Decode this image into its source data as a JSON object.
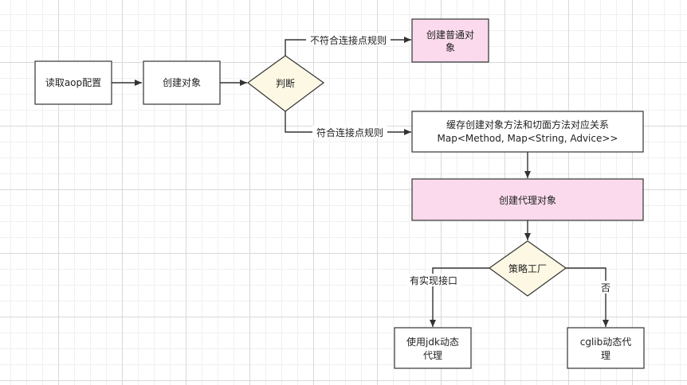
{
  "diagram": {
    "nodes": {
      "read_config": {
        "label": "读取aop配置"
      },
      "create_object": {
        "label": "创建对象"
      },
      "judge": {
        "label": "判断"
      },
      "create_normal": {
        "label_line1": "创建普通对",
        "label_line2": "象"
      },
      "cache_mapping": {
        "label_line1": "缓存创建对象方法和切面方法对应关系",
        "label_line2": "Map<Method, Map<String, Advice>>"
      },
      "create_proxy": {
        "label": "创建代理对象"
      },
      "strategy_factory": {
        "label": "策略工厂"
      },
      "jdk_proxy": {
        "label_line1": "使用jdk动态",
        "label_line2": "代理"
      },
      "cglib_proxy": {
        "label_line1": "cglib动态代",
        "label_line2": "理"
      }
    },
    "edges": {
      "not_match": {
        "label": "不符合连接点规则"
      },
      "match": {
        "label": "符合连接点规则"
      },
      "has_interface": {
        "label": "有实现接口"
      },
      "no": {
        "label": "否"
      }
    },
    "colors": {
      "pink_fill": "#fadaec",
      "diamond_fill": "#fdf8e4",
      "stroke": "#333333"
    }
  }
}
